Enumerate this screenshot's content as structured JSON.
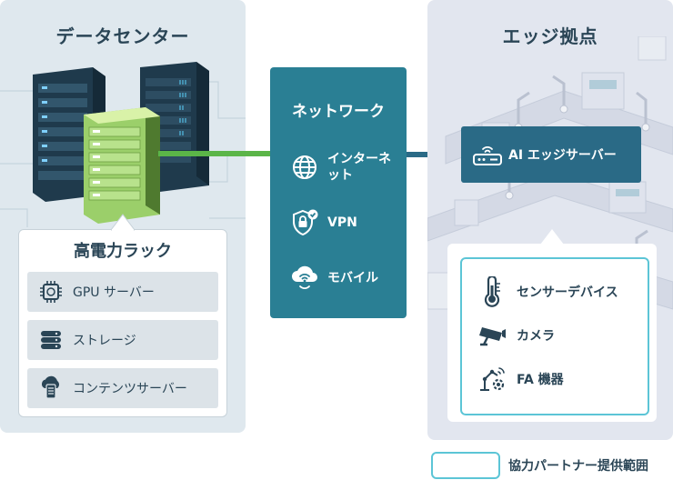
{
  "colors": {
    "datacenter_bg": "#dfe8ee",
    "edge_bg": "#e2e6ef",
    "network_bg": "#2a7f94",
    "ai_server_bg": "#2a6a86",
    "green_link": "#5bb548",
    "partner_outline": "#5cc5d6",
    "text_dark": "#2a4556"
  },
  "datacenter": {
    "title": "データセンター",
    "rack": {
      "title": "高電力ラック",
      "items": [
        {
          "label": "GPU サーバー",
          "icon": "gpu-chip-icon"
        },
        {
          "label": "ストレージ",
          "icon": "database-icon"
        },
        {
          "label": "コンテンツサーバー",
          "icon": "cloud-server-icon"
        }
      ]
    }
  },
  "network": {
    "title": "ネットワーク",
    "items": [
      {
        "label": "インターネット",
        "icon": "globe-icon"
      },
      {
        "label": "VPN",
        "icon": "shield-lock-icon"
      },
      {
        "label": "モバイル",
        "icon": "cloud-wifi-icon"
      }
    ]
  },
  "edge": {
    "title": "エッジ拠点",
    "server_label": "AI エッジサーバー",
    "devices": [
      {
        "label": "センサーデバイス",
        "icon": "thermometer-icon"
      },
      {
        "label": "カメラ",
        "icon": "camera-icon"
      },
      {
        "label": "FA 機器",
        "icon": "robot-arm-icon"
      }
    ]
  },
  "legend": {
    "label": "協力パートナー提供範囲"
  }
}
